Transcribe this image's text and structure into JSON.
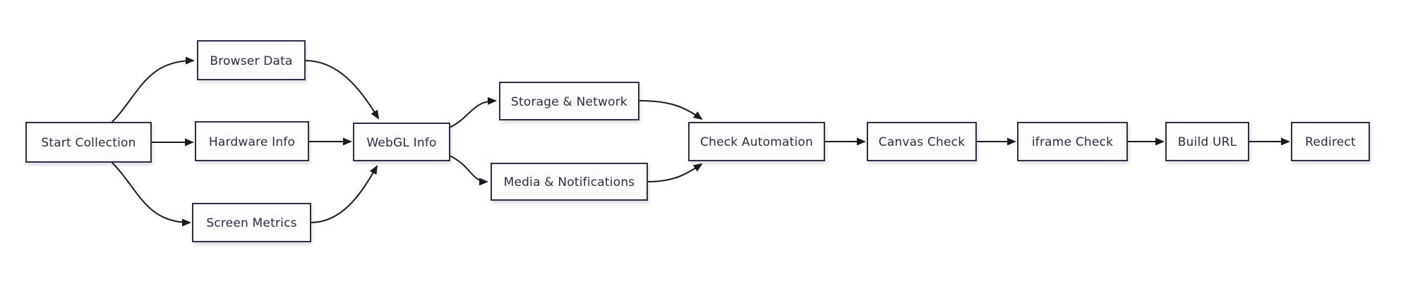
{
  "diagram": {
    "type": "flowchart",
    "direction": "left-to-right",
    "colors": {
      "background": "#ffffff",
      "node_fill": "#fdfdfe",
      "node_border": "#2e2e48",
      "edge": "#191922",
      "text": "#2b2b45"
    },
    "nodes": [
      {
        "id": "start",
        "label": "Start Collection"
      },
      {
        "id": "browser",
        "label": "Browser Data"
      },
      {
        "id": "hardware",
        "label": "Hardware Info"
      },
      {
        "id": "screen",
        "label": "Screen Metrics"
      },
      {
        "id": "webgl",
        "label": "WebGL Info"
      },
      {
        "id": "storage",
        "label": "Storage & Network"
      },
      {
        "id": "media",
        "label": "Media & Notifications"
      },
      {
        "id": "check",
        "label": "Check Automation"
      },
      {
        "id": "canvas",
        "label": "Canvas Check"
      },
      {
        "id": "iframe",
        "label": "iframe Check"
      },
      {
        "id": "build",
        "label": "Build URL"
      },
      {
        "id": "redirect",
        "label": "Redirect"
      }
    ],
    "edges": [
      {
        "from": "Start Collection",
        "to": "Browser Data"
      },
      {
        "from": "Start Collection",
        "to": "Hardware Info"
      },
      {
        "from": "Start Collection",
        "to": "Screen Metrics"
      },
      {
        "from": "Browser Data",
        "to": "WebGL Info"
      },
      {
        "from": "Hardware Info",
        "to": "WebGL Info"
      },
      {
        "from": "Screen Metrics",
        "to": "WebGL Info"
      },
      {
        "from": "WebGL Info",
        "to": "Storage & Network"
      },
      {
        "from": "WebGL Info",
        "to": "Media & Notifications"
      },
      {
        "from": "Storage & Network",
        "to": "Check Automation"
      },
      {
        "from": "Media & Notifications",
        "to": "Check Automation"
      },
      {
        "from": "Check Automation",
        "to": "Canvas Check"
      },
      {
        "from": "Canvas Check",
        "to": "iframe Check"
      },
      {
        "from": "iframe Check",
        "to": "Build URL"
      },
      {
        "from": "Build URL",
        "to": "Redirect"
      }
    ]
  }
}
